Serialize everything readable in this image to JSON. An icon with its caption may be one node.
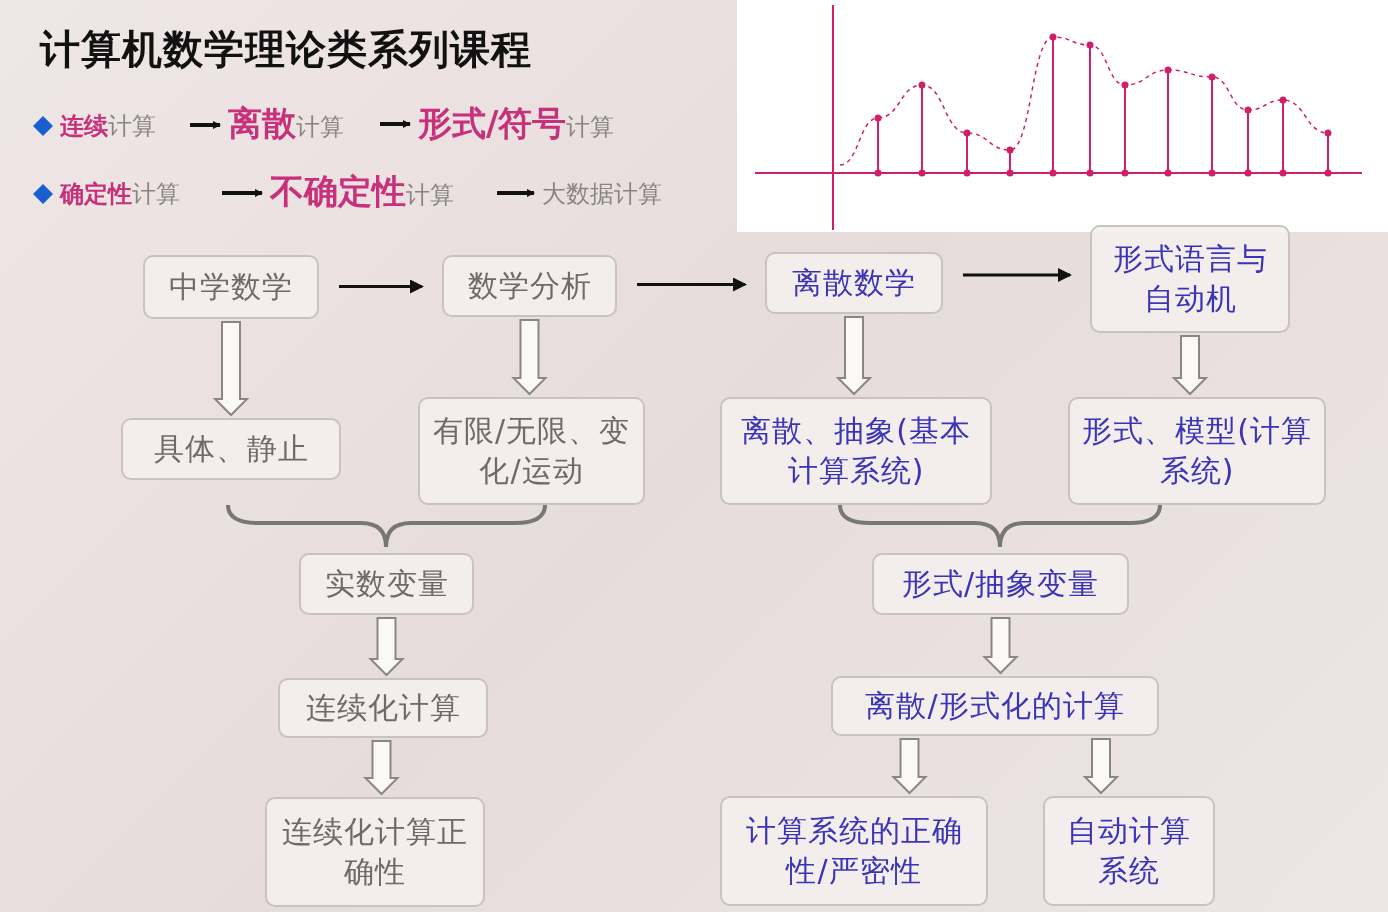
{
  "diagram": {
    "title": "计算机数学理论类系列课程",
    "nodes": [
      {
        "text": [
          "**连续**计算"
        ]
      },
      {
        "text": [
          "**离散**计算"
        ]
      },
      {
        "text": [
          "**形式/符号**计算"
        ]
      },
      {
        "text": [
          "**确定性**计算"
        ]
      },
      {
        "text": [
          "**不确定性**计算"
        ]
      },
      {
        "text": [
          "大数据计算"
        ]
      },
      {
        "text": [
          "中学数学"
        ]
      },
      {
        "text": [
          "数学分析"
        ]
      },
      {
        "text": [
          "离散数学"
        ]
      },
      {
        "text": [
          "形式语言与自动机"
        ]
      },
      {
        "text": [
          "具体、静止"
        ]
      },
      {
        "text": [
          "有限/无限、变化/运动"
        ]
      },
      {
        "text": [
          "离散、抽象(基本计算系统)"
        ]
      },
      {
        "text": [
          "形式、模型(计算系统)"
        ]
      },
      {
        "text": [
          "实数变量"
        ]
      },
      {
        "text": [
          "形式/抽象变量"
        ]
      },
      {
        "text": [
          "连续化计算"
        ]
      },
      {
        "text": [
          "离散/形式化的计算"
        ]
      },
      {
        "text": [
          "连续化计算正确性"
        ]
      },
      {
        "text": [
          "计算系统的正确性/严密性"
        ]
      },
      {
        "text": [
          "自动计算系统"
        ]
      }
    ],
    "edges": [
      {
        "from": 0,
        "to": 1,
        "arrow": "to"
      },
      {
        "from": 1,
        "to": 2,
        "arrow": "to"
      },
      {
        "from": 3,
        "to": 4,
        "arrow": "to"
      },
      {
        "from": 4,
        "to": 5,
        "arrow": "to"
      },
      {
        "from": 6,
        "to": 7,
        "arrow": "to"
      },
      {
        "from": 7,
        "to": 8,
        "arrow": "to"
      },
      {
        "from": 8,
        "to": 9,
        "arrow": "to"
      },
      {
        "from": 6,
        "to": 10,
        "arrow": "to",
        "style": "thick"
      },
      {
        "from": 7,
        "to": 11,
        "arrow": "to",
        "style": "thick"
      },
      {
        "from": 8,
        "to": 12,
        "arrow": "to",
        "style": "thick"
      },
      {
        "from": 9,
        "to": 13,
        "arrow": "to",
        "style": "thick"
      },
      {
        "from": 14,
        "to": 16,
        "arrow": "to",
        "style": "thick"
      },
      {
        "from": 16,
        "to": 18,
        "arrow": "to",
        "style": "thick"
      },
      {
        "from": 15,
        "to": 17,
        "arrow": "to",
        "style": "thick"
      },
      {
        "from": 17,
        "to": 19,
        "arrow": "to",
        "style": "thick"
      },
      {
        "from": 17,
        "to": 20,
        "arrow": "to",
        "style": "thick"
      }
    ]
  }
}
